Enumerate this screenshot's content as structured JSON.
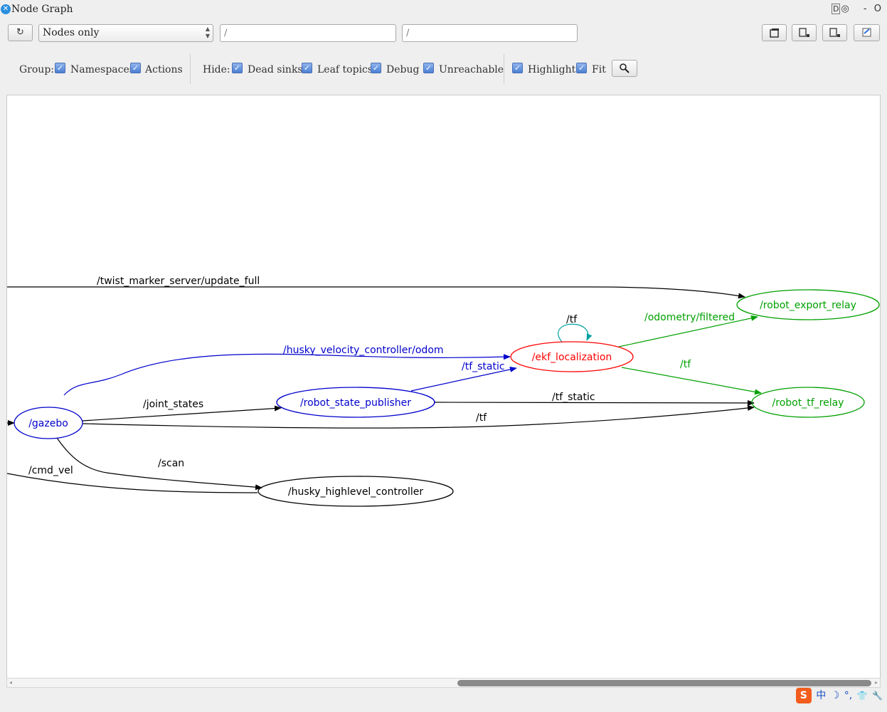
{
  "window": {
    "title": "Node Graph",
    "controls": {
      "d_badge": "D",
      "minimize": "-",
      "close": "O"
    }
  },
  "toolbar": {
    "refresh_glyph": "↻",
    "graph_mode": "Nodes only",
    "node_filter": {
      "placeholder": "/"
    },
    "topic_filter": {
      "placeholder": "/"
    }
  },
  "options": {
    "group_label": "Group:",
    "namespaces": "Namespaces",
    "actions": "Actions",
    "hide_label": "Hide:",
    "dead_sinks": "Dead sinks",
    "leaf_topics": "Leaf topics",
    "debug": "Debug",
    "unreachable": "Unreachable",
    "highlight": "Highlight",
    "fit": "Fit"
  },
  "graph": {
    "colors": {
      "blue": "#0000cc",
      "red": "#ff0000",
      "green": "#00a000",
      "teal": "#00a0a0",
      "black": "#000000"
    },
    "nodes": {
      "gazebo": "/gazebo",
      "robot_state_publisher": "/robot_state_publisher",
      "ekf_localization": "/ekf_localization",
      "robot_export_relay": "/robot_export_relay",
      "robot_tf_relay": "/robot_tf_relay",
      "husky_highlevel_controller": "/husky_highlevel_controller"
    },
    "edges": {
      "twist_marker": "/twist_marker_server/update_full",
      "husky_odom": "/husky_velocity_controller/odom",
      "tf_static_rsp_ekf": "/tf_static",
      "joint_states": "/joint_states",
      "tf_static_rsp_relay": "/tf_static",
      "tf_gazebo_relay": "/tf",
      "scan": "/scan",
      "cmd_vel": "/cmd_vel",
      "ekf_tf_self": "/tf",
      "odometry_filtered": "/odometry/filtered",
      "ekf_tf_relay": "/tf"
    }
  },
  "tray": {
    "sogou": "S",
    "chinese": "中",
    "moon": "☽",
    "punct": "°,",
    "shirt": "👕",
    "wrench": "🔧"
  }
}
